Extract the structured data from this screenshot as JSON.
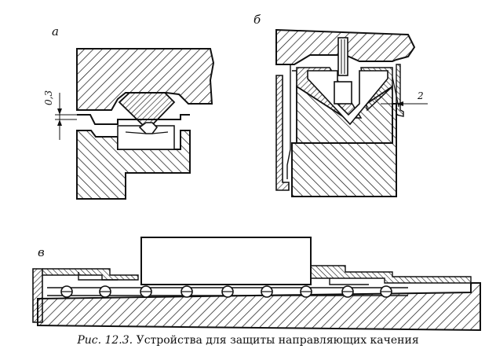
{
  "figure": {
    "labels": {
      "a": "а",
      "b": "б",
      "c": "в"
    },
    "dimensions": {
      "gap": "0,3",
      "position_2": "2"
    },
    "caption": {
      "number": "Рис. 12.3.",
      "text": "Устройства для защиты направляющих качения"
    }
  }
}
